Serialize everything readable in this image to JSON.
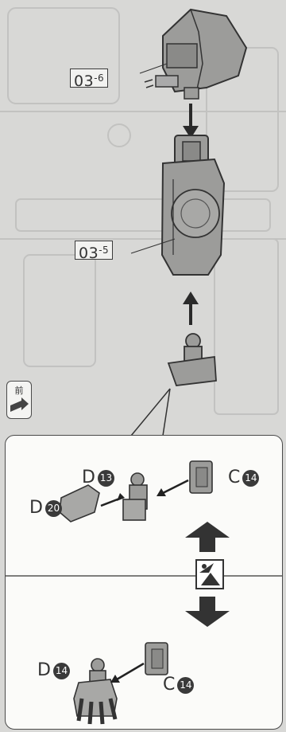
{
  "step": {
    "top_part_label": {
      "main": "03",
      "sub": "-6"
    },
    "body_part_label": {
      "main": "03",
      "sub": "-5"
    }
  },
  "front_indicator": {
    "label": "前",
    "icon": "front-direction-arrow-icon"
  },
  "detail": {
    "upper": {
      "d13": {
        "letter": "D",
        "num": "13"
      },
      "c14": {
        "letter": "C",
        "num": "14"
      },
      "d20": {
        "letter": "D",
        "num": "20"
      }
    },
    "lower": {
      "d14": {
        "letter": "D",
        "num": "14"
      },
      "c14": {
        "letter": "C",
        "num": "14"
      }
    },
    "swap_icon": "swap-parts-icon"
  },
  "colors": {
    "background": "#d8d8d6",
    "part_gray": "#9c9c9a",
    "panel": "#fbfbf9",
    "line": "#3a3a3a"
  }
}
